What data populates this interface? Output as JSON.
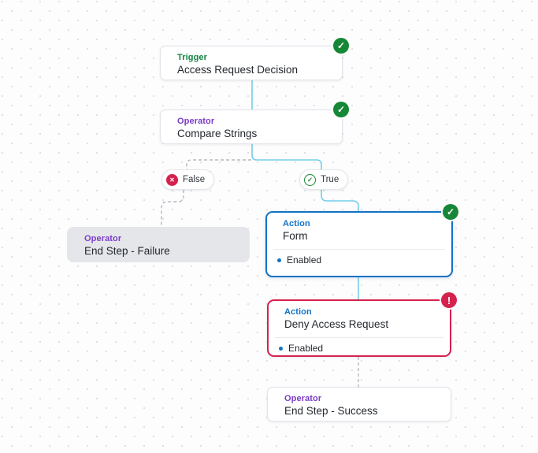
{
  "workflow": {
    "nodes": {
      "trigger": {
        "kind": "Trigger",
        "title": "Access Request Decision",
        "status": "success"
      },
      "compare": {
        "kind": "Operator",
        "title": "Compare Strings",
        "status": "success"
      },
      "end_failure": {
        "kind": "Operator",
        "title": "End Step - Failure",
        "status": "none"
      },
      "form": {
        "kind": "Action",
        "title": "Form",
        "detail": "Enabled",
        "status": "success",
        "selected": true
      },
      "deny": {
        "kind": "Action",
        "title": "Deny Access Request",
        "detail": "Enabled",
        "status": "error"
      },
      "end_success": {
        "kind": "Operator",
        "title": "End Step - Success",
        "status": "none"
      }
    },
    "branches": {
      "false": {
        "label": "False",
        "icon": "x-circle-icon"
      },
      "true": {
        "label": "True",
        "icon": "check-circle-icon"
      }
    }
  },
  "icons": {
    "check": "✓",
    "exclamation": "!",
    "cross": "✕",
    "bullet": "•"
  },
  "colors": {
    "trigger_green": "#11833f",
    "operator_purple": "#7b3dc6",
    "action_blue": "#1173c5",
    "success_badge_green": "#168736",
    "error_red": "#d6214d",
    "connector_blue": "#74cee9",
    "connector_gray": "#b4b8bf",
    "gray_node_bg": "#e4e6ea"
  }
}
